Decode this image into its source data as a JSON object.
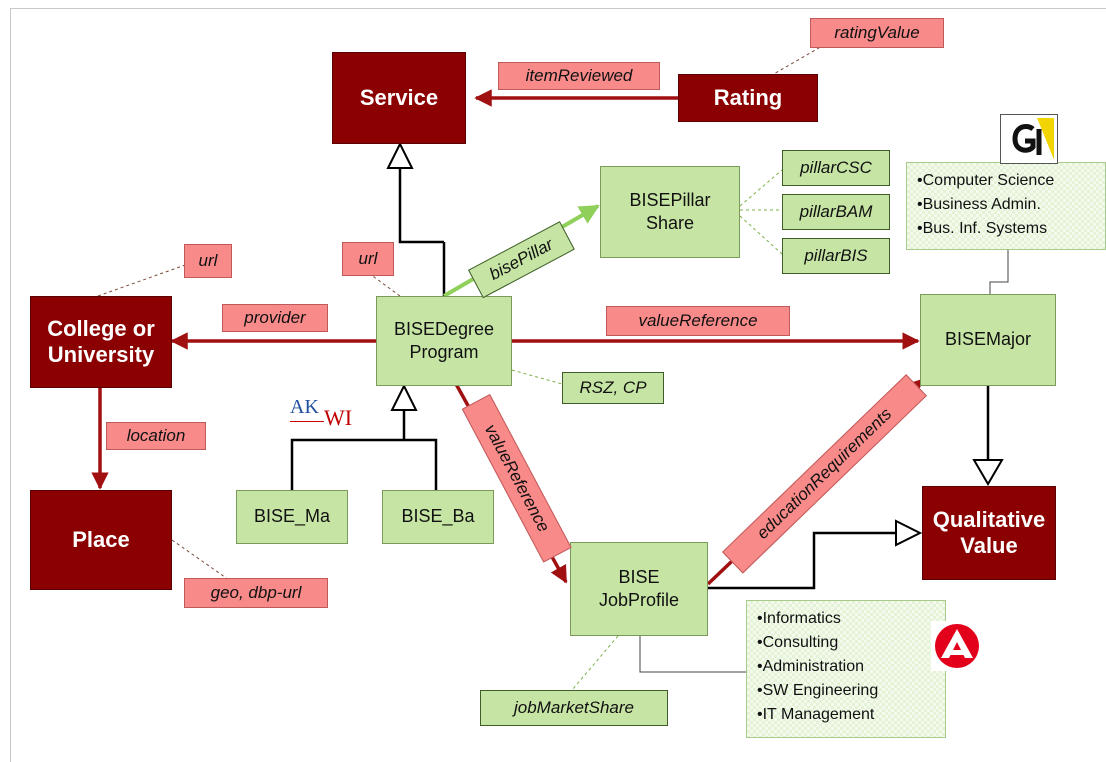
{
  "header_fragment": "",
  "nodes": {
    "service": "Service",
    "rating": "Rating",
    "college": "College or University",
    "place": "Place",
    "degree_program": "BISEDegree Program",
    "pillar_share": "BISEPillar Share",
    "major": "BISEMajor",
    "qualitative_value": "Qualitative Value",
    "bise_ma": "BISE_Ma",
    "bise_ba": "BISE_Ba",
    "job_profile": "BISE JobProfile"
  },
  "edge_labels": {
    "item_reviewed": "itemReviewed",
    "rating_value": "ratingValue",
    "url_college": "url",
    "url_degree": "url",
    "provider": "provider",
    "location": "location",
    "geo": "geo, dbp-url",
    "bise_pillar": "bisePillar",
    "value_reference_major": "valueReference",
    "rsz_cp": "RSZ, CP",
    "value_reference_job": "valueReference",
    "education_requirements": "educationRequirements",
    "job_market_share": "jobMarketShare"
  },
  "pillars": [
    "pillarCSC",
    "pillarBAM",
    "pillarBIS"
  ],
  "major_list": [
    "Computer Science",
    "Business Admin.",
    "Bus. Inf. Systems"
  ],
  "job_list": [
    "Informatics",
    "Consulting",
    "Administration",
    "SW Engineering",
    "IT Management"
  ],
  "akwi_logo": {
    "top": "AK",
    "bottom": "WI"
  },
  "gi_logo": "GI",
  "colors": {
    "node_red": "#8b0000",
    "node_green": "#c6e4a4",
    "label_red": "#f98a8a",
    "arrow_red": "#a01010",
    "arrow_green": "#8fd05a"
  }
}
